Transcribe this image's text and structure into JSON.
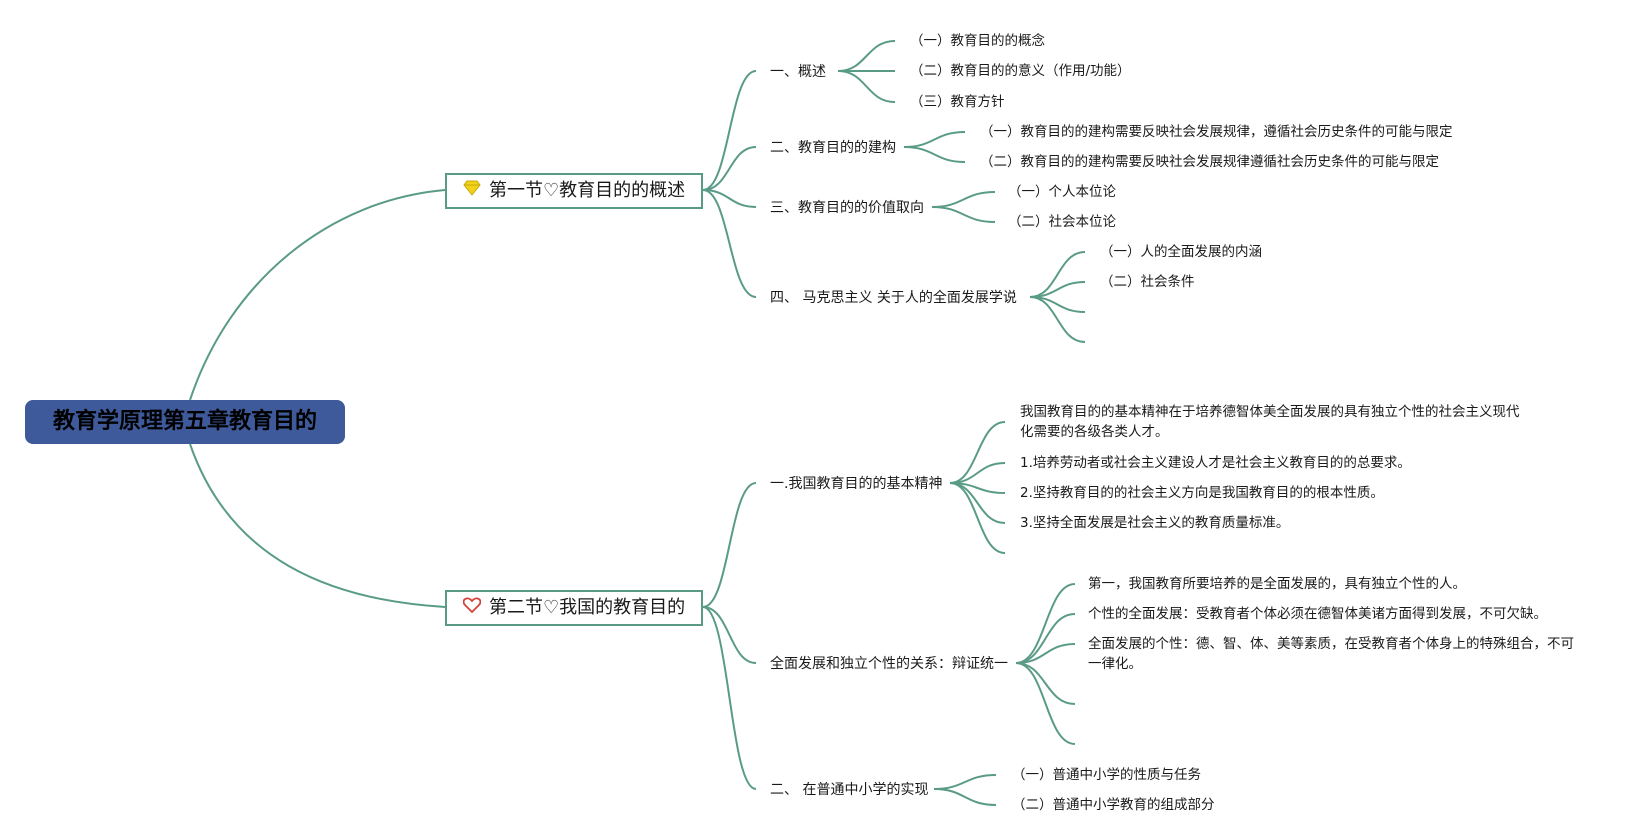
{
  "root": {
    "title": "教育学原理第五章教育目的"
  },
  "colors": {
    "line": "#5a9b87",
    "root_fill": "#3f5a9a"
  },
  "sections": [
    {
      "title": "第一节♡教育目的的概述",
      "icon": "diamond-icon",
      "icon_color": "#f2d21b",
      "topics": [
        {
          "label": "一、概述",
          "items": [
            "（一）教育目的的概念",
            "（二）教育目的的意义（作用/功能）",
            "（三）教育方针"
          ]
        },
        {
          "label": "二、教育目的的建构",
          "items": [
            "（一）教育目的的建构需要反映社会发展规律，遵循社会历史条件的可能与限定",
            "（二）教育目的的建构需要反映社会发展规律遵循社会历史条件的可能与限定"
          ]
        },
        {
          "label": "三、教育目的的价值取向",
          "items": [
            "（一）个人本位论",
            "（二）社会本位论"
          ]
        },
        {
          "label": "四、 马克思主义 关于人的全面发展学说",
          "items": [
            "（一）人的全面发展的内涵",
            "（二）社会条件",
            "",
            ""
          ]
        }
      ]
    },
    {
      "title": "第二节♡我国的教育目的",
      "icon": "heart-icon",
      "icon_color": "#d6423b",
      "topics": [
        {
          "label": "一.我国教育目的的基本精神",
          "items": [
            "我国教育目的的基本精神在于培养德智体美全面发展的具有独立个性的社会主义现代化需要的各级各类人才。",
            "1.培养劳动者或社会主义建设人才是社会主义教育目的的总要求。",
            "2.坚持教育目的的社会主义方向是我国教育目的的根本性质。",
            "3.坚持全面发展是社会主义的教育质量标准。",
            ""
          ]
        },
        {
          "label": "全面发展和独立个性的关系：辩证统一",
          "items": [
            "第一，我国教育所要培养的是全面发展的，具有独立个性的人。",
            "个性的全面发展：受教育者个体必须在德智体美诸方面得到发展，不可欠缺。",
            "全面发展的个性：德、智、体、美等素质，在受教育者个体身上的特殊组合，不可一律化。",
            "",
            ""
          ]
        },
        {
          "label": "二、 在普通中小学的实现",
          "items": [
            "（一）普通中小学的性质与任务",
            "（二）普通中小学教育的组成部分"
          ]
        }
      ]
    }
  ]
}
